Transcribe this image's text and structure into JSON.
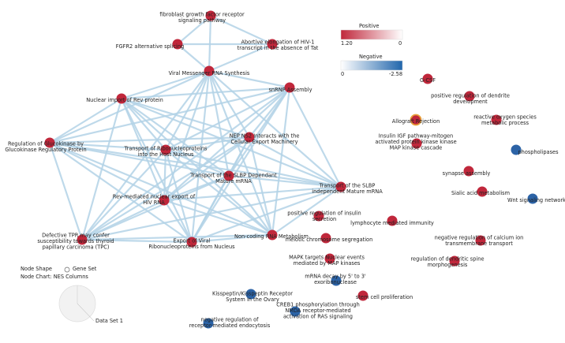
{
  "legend": {
    "positive": {
      "title": "Positive",
      "max": "1.20",
      "min": "0",
      "color_high": "#c0273b",
      "color_low": "#ffffff"
    },
    "negative": {
      "title": "Negative",
      "min": "0",
      "max": "-2.58",
      "color_low": "#ffffff",
      "color_high": "#2166ac"
    }
  },
  "mini_legend": {
    "node_shape": "Node Shape",
    "gene_set": "Gene Set",
    "node_chart": "Node Chart: NES Columns",
    "data_set": "Data Set 1"
  },
  "node_colors": {
    "positive": "#c0273b",
    "negative": "#2c63a6",
    "highlight": "#e8a13a"
  },
  "edge_color": "#b3d2e6",
  "nodes": [
    {
      "id": "fgf",
      "label": "fibroblast growth factor receptor\nsignaling pathway",
      "sign": "positive"
    },
    {
      "id": "fgfr2",
      "label": "FGFR2 alternative splicing",
      "sign": "positive"
    },
    {
      "id": "hiv_abort",
      "label": "Abortive elongation of HIV-1\ntranscript in the absence of Tat",
      "sign": "positive"
    },
    {
      "id": "viral_mrna",
      "label": "Viral Messenger RNA Synthesis",
      "sign": "positive"
    },
    {
      "id": "nuc_rev",
      "label": "Nuclear import of Rev protein",
      "sign": "positive"
    },
    {
      "id": "snrnp",
      "label": "snRNP Assembly",
      "sign": "positive"
    },
    {
      "id": "nep",
      "label": "NEP NS2 Interacts with the\nCellular Export Machinery",
      "sign": "positive"
    },
    {
      "id": "gck",
      "label": "Regulation of Glucokinase by\nGlucokinase Regulatory Protein",
      "sign": "positive"
    },
    {
      "id": "ribo_transport",
      "label": "Transport of Ribonucleoproteins\ninto the Host Nucleus",
      "sign": "positive"
    },
    {
      "id": "slbp_dep",
      "label": "Transport of the SLBP Dependant\nMature mRNA",
      "sign": "positive"
    },
    {
      "id": "slbp_ind",
      "label": "Transport of the SLBP\nindependent Mature mRNA",
      "sign": "positive"
    },
    {
      "id": "rev_export",
      "label": "Rev-mediated nuclear export of\nHIV RNA",
      "sign": "positive"
    },
    {
      "id": "tpr",
      "label": "Defective TPR may confer\nsusceptibility towards thyroid\npapillary carcinoma (TPC)",
      "sign": "positive"
    },
    {
      "id": "export_viral",
      "label": "Export of Viral\nRibonucleoproteins from Nucleus",
      "sign": "positive"
    },
    {
      "id": "noncoding",
      "label": "Non-coding RNA Metabolism",
      "sign": "positive"
    },
    {
      "id": "gcsf",
      "label": "G-CSF",
      "sign": "positive"
    },
    {
      "id": "dendrite_dev",
      "label": "positive regulation of dendrite\ndevelopment",
      "sign": "positive"
    },
    {
      "id": "allograft",
      "label": "Allograft Rejection",
      "sign": "highlight"
    },
    {
      "id": "ros",
      "label": "reactive oxygen species\nmetabolic process",
      "sign": "positive"
    },
    {
      "id": "igf",
      "label": "Insulin IGF pathway-mitogen\nactivated protein kinase kinase\nMAP kinase cascade",
      "sign": "positive"
    },
    {
      "id": "phospholipases",
      "label": "phospholipases",
      "sign": "negative"
    },
    {
      "id": "synapse",
      "label": "synapse assembly",
      "sign": "positive"
    },
    {
      "id": "sialic",
      "label": "Sialic acid metabolism",
      "sign": "positive"
    },
    {
      "id": "wnt",
      "label": "Wnt signaling network",
      "sign": "negative"
    },
    {
      "id": "insulin_sec",
      "label": "positive regulation of insulin\nsecretion",
      "sign": "positive"
    },
    {
      "id": "lymph",
      "label": "lymphocyte mediated immunity",
      "sign": "positive"
    },
    {
      "id": "meiotic",
      "label": "meiotic chromosome segregation",
      "sign": "positive"
    },
    {
      "id": "calcium",
      "label": "negative regulation of calcium ion\ntransmembrane transport",
      "sign": "positive"
    },
    {
      "id": "mapk",
      "label": "MAPK targets Nuclear events\nmediated by MAP kinases",
      "sign": "positive"
    },
    {
      "id": "spine",
      "label": "regulation of dendritic spine\nmorphogenesis",
      "sign": "positive"
    },
    {
      "id": "mrna_decay",
      "label": "mRNA decay by 5' to 3'\nexoribonuclease",
      "sign": "negative"
    },
    {
      "id": "kiss",
      "label": "Kisspeptin/Kisspeptin Receptor\nSystem in the Ovary",
      "sign": "negative"
    },
    {
      "id": "stem",
      "label": "stem cell proliferation",
      "sign": "positive"
    },
    {
      "id": "creb",
      "label": "CREB1 phosphorylation through\nNMDA receptor-mediated\nactivation of RAS signaling",
      "sign": "negative"
    },
    {
      "id": "endocytosis",
      "label": "negative regulation of\nreceptor-mediated endocytosis",
      "sign": "negative"
    }
  ],
  "edges": [
    [
      "fgf",
      "fgfr2"
    ],
    [
      "fgf",
      "hiv_abort"
    ],
    [
      "fgf",
      "viral_mrna"
    ],
    [
      "fgfr2",
      "hiv_abort"
    ],
    [
      "fgfr2",
      "viral_mrna"
    ],
    [
      "hiv_abort",
      "viral_mrna"
    ],
    [
      "viral_mrna",
      "nuc_rev"
    ],
    [
      "viral_mrna",
      "snrnp"
    ],
    [
      "viral_mrna",
      "nep"
    ],
    [
      "viral_mrna",
      "gck"
    ],
    [
      "viral_mrna",
      "ribo_transport"
    ],
    [
      "viral_mrna",
      "slbp_dep"
    ],
    [
      "viral_mrna",
      "slbp_ind"
    ],
    [
      "viral_mrna",
      "rev_export"
    ],
    [
      "viral_mrna",
      "tpr"
    ],
    [
      "viral_mrna",
      "export_viral"
    ],
    [
      "viral_mrna",
      "noncoding"
    ],
    [
      "nuc_rev",
      "snrnp"
    ],
    [
      "nuc_rev",
      "nep"
    ],
    [
      "nuc_rev",
      "gck"
    ],
    [
      "nuc_rev",
      "ribo_transport"
    ],
    [
      "nuc_rev",
      "slbp_dep"
    ],
    [
      "nuc_rev",
      "slbp_ind"
    ],
    [
      "nuc_rev",
      "rev_export"
    ],
    [
      "nuc_rev",
      "tpr"
    ],
    [
      "nuc_rev",
      "export_viral"
    ],
    [
      "nuc_rev",
      "noncoding"
    ],
    [
      "snrnp",
      "nep"
    ],
    [
      "snrnp",
      "gck"
    ],
    [
      "snrnp",
      "ribo_transport"
    ],
    [
      "snrnp",
      "slbp_dep"
    ],
    [
      "snrnp",
      "slbp_ind"
    ],
    [
      "snrnp",
      "rev_export"
    ],
    [
      "snrnp",
      "tpr"
    ],
    [
      "snrnp",
      "export_viral"
    ],
    [
      "snrnp",
      "noncoding"
    ],
    [
      "nep",
      "gck"
    ],
    [
      "nep",
      "ribo_transport"
    ],
    [
      "nep",
      "slbp_dep"
    ],
    [
      "nep",
      "slbp_ind"
    ],
    [
      "nep",
      "rev_export"
    ],
    [
      "nep",
      "tpr"
    ],
    [
      "nep",
      "export_viral"
    ],
    [
      "nep",
      "noncoding"
    ],
    [
      "gck",
      "ribo_transport"
    ],
    [
      "gck",
      "slbp_dep"
    ],
    [
      "gck",
      "slbp_ind"
    ],
    [
      "gck",
      "rev_export"
    ],
    [
      "gck",
      "tpr"
    ],
    [
      "gck",
      "export_viral"
    ],
    [
      "gck",
      "noncoding"
    ],
    [
      "ribo_transport",
      "slbp_dep"
    ],
    [
      "ribo_transport",
      "slbp_ind"
    ],
    [
      "ribo_transport",
      "rev_export"
    ],
    [
      "ribo_transport",
      "tpr"
    ],
    [
      "ribo_transport",
      "export_viral"
    ],
    [
      "ribo_transport",
      "noncoding"
    ],
    [
      "slbp_dep",
      "slbp_ind"
    ],
    [
      "slbp_dep",
      "rev_export"
    ],
    [
      "slbp_dep",
      "tpr"
    ],
    [
      "slbp_dep",
      "export_viral"
    ],
    [
      "slbp_dep",
      "noncoding"
    ],
    [
      "slbp_ind",
      "rev_export"
    ],
    [
      "slbp_ind",
      "tpr"
    ],
    [
      "slbp_ind",
      "export_viral"
    ],
    [
      "slbp_ind",
      "noncoding"
    ],
    [
      "rev_export",
      "tpr"
    ],
    [
      "rev_export",
      "export_viral"
    ],
    [
      "rev_export",
      "noncoding"
    ],
    [
      "tpr",
      "export_viral"
    ],
    [
      "tpr",
      "noncoding"
    ],
    [
      "export_viral",
      "noncoding"
    ]
  ]
}
